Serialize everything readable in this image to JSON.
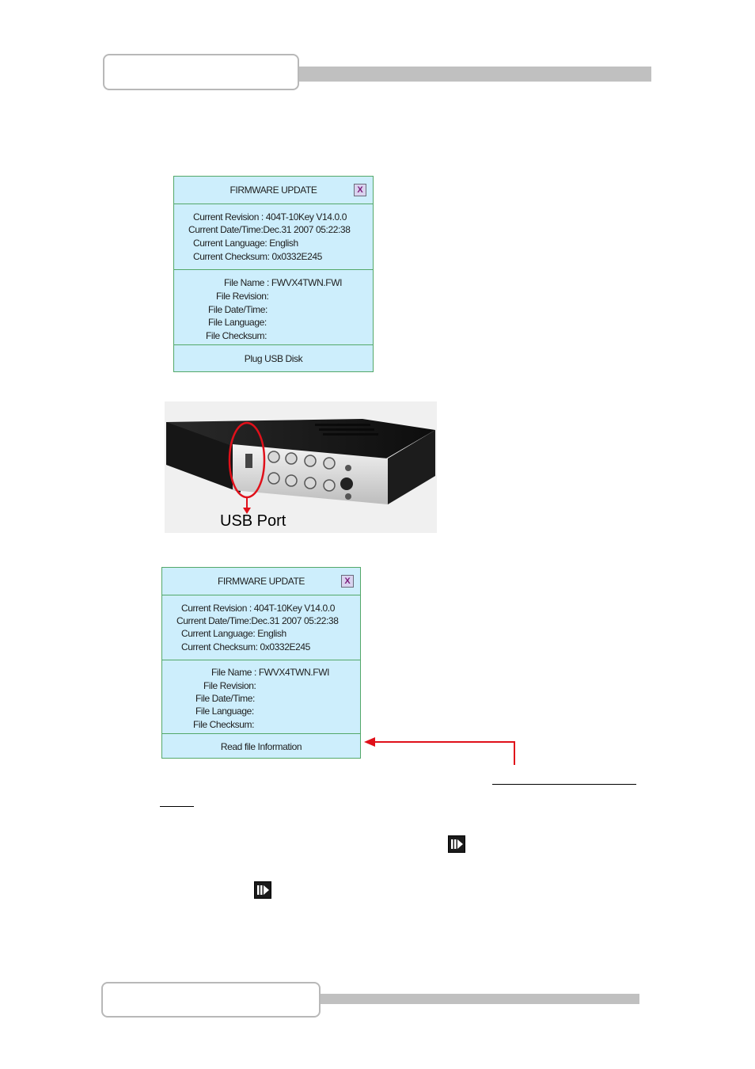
{
  "panel_top": {
    "title": "FIRMWARE UPDATE",
    "close_label": "X",
    "current_revision": "Current Revision : 404T-10Key V14.0.0",
    "current_datetime": "Current Date/Time:Dec.31 2007 05:22:38",
    "current_language": "Current Language: English",
    "current_checksum": "Current Checksum: 0x0332E245",
    "file_name": "File Name : FWVX4TWN.FWI",
    "file_revision": "File Revision:",
    "file_datetime": "File Date/Time:",
    "file_language": "File Language:",
    "file_checksum": "File Checksum:",
    "status": "Plug USB Disk"
  },
  "device_photo": {
    "label": "USB Port",
    "annotation_color": "#e0101a"
  },
  "panel_bottom": {
    "title": "FIRMWARE UPDATE",
    "close_label": "X",
    "current_revision": "Current Revision : 404T-10Key V14.0.0",
    "current_datetime": "Current Date/Time:Dec.31 2007 05:22:38",
    "current_language": "Current Language: English",
    "current_checksum": "Current Checksum: 0x0332E245",
    "file_name": "File Name : FWVX4TWN.FWI",
    "file_revision": "File Revision:",
    "file_datetime": "File Date/Time:",
    "file_language": "File Language:",
    "file_checksum": "File Checksum:",
    "status": "Read file Information"
  },
  "icons": {
    "step_play": "step-play-icon"
  },
  "colors": {
    "panel_bg": "#cdeefc",
    "panel_border": "#53a869",
    "header_bar": "#c0c0c0",
    "arrow": "#e0101a"
  }
}
